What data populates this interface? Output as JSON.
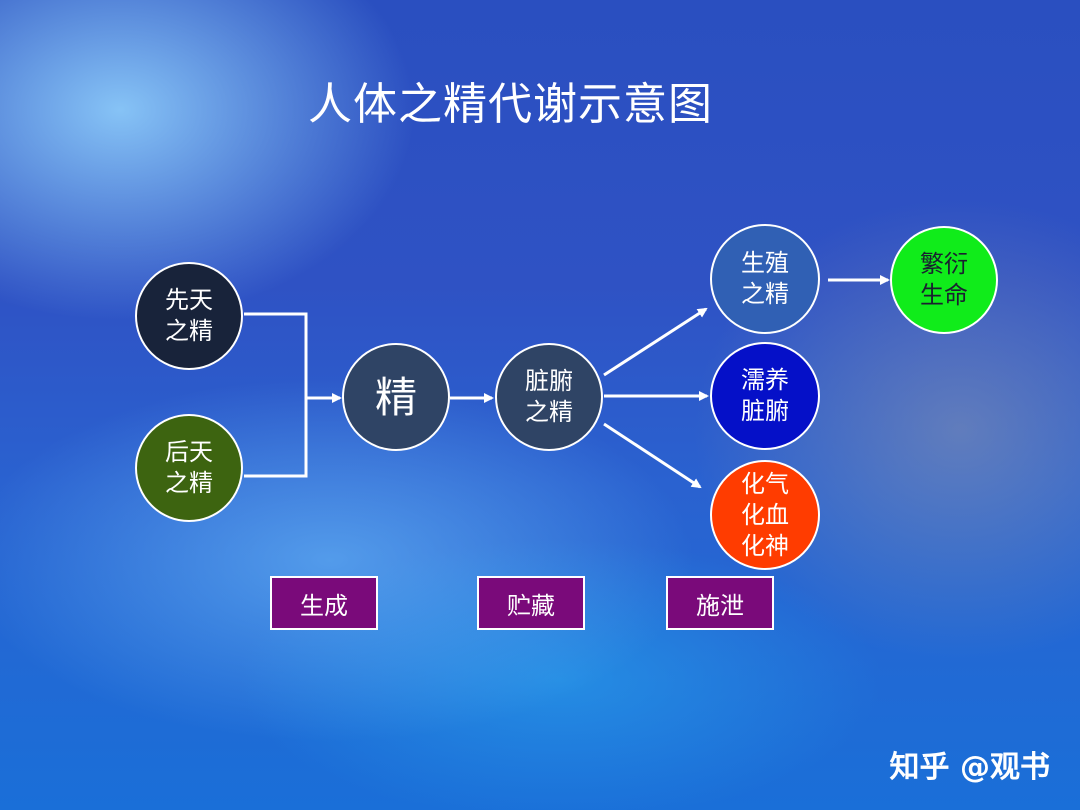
{
  "title": "人体之精代谢示意图",
  "nodes": {
    "xiantian": {
      "label": "先天\n之精",
      "color": "#18233a"
    },
    "houtian": {
      "label": "后天\n之精",
      "color": "#3d6410"
    },
    "jing": {
      "label": "精",
      "color": "#2f4465"
    },
    "zangfu": {
      "label": "脏腑\n之精",
      "color": "#2f4465"
    },
    "shengzhi": {
      "label": "生殖\n之精",
      "color": "#3060b4"
    },
    "fanyan": {
      "label": "繁衍\n生命",
      "color": "#10ec1a",
      "text_color": "#1a2030"
    },
    "ruyang": {
      "label": "濡养\n脏腑",
      "color": "#0510c8"
    },
    "huaqi": {
      "label": "化气\n化血\n化神",
      "color": "#ff3c00"
    }
  },
  "stage_labels": {
    "shengcheng": {
      "label": "生成",
      "color": "#7a0a7a"
    },
    "zhucang": {
      "label": "贮藏",
      "color": "#7a0a7a"
    },
    "shixie": {
      "label": "施泄",
      "color": "#7a0a7a"
    }
  },
  "watermark": "知乎 @观书",
  "colors": {
    "line": "#ffffff"
  }
}
